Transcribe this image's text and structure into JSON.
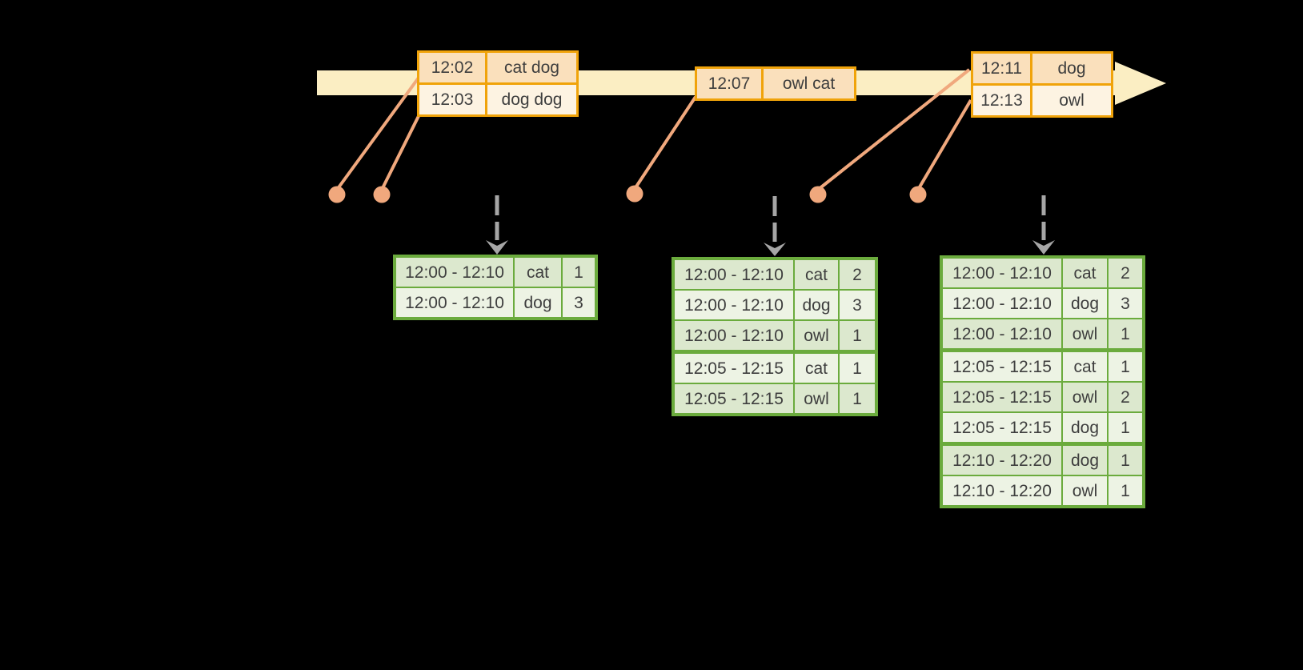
{
  "timeline": {
    "events": [
      {
        "rows": [
          [
            "12:02",
            "cat dog"
          ],
          [
            "12:03",
            "dog dog"
          ]
        ]
      },
      {
        "rows": [
          [
            "12:07",
            "owl cat"
          ]
        ]
      },
      {
        "rows": [
          [
            "12:11",
            "dog"
          ],
          [
            "12:13",
            "owl"
          ]
        ]
      }
    ]
  },
  "result_tables": [
    {
      "rows": [
        [
          "12:00 - 12:10",
          "cat",
          "1"
        ],
        [
          "12:00 - 12:10",
          "dog",
          "3"
        ]
      ],
      "group_breaks": []
    },
    {
      "rows": [
        [
          "12:00 - 12:10",
          "cat",
          "2"
        ],
        [
          "12:00 - 12:10",
          "dog",
          "3"
        ],
        [
          "12:00 - 12:10",
          "owl",
          "1"
        ],
        [
          "12:05 - 12:15",
          "cat",
          "1"
        ],
        [
          "12:05 - 12:15",
          "owl",
          "1"
        ]
      ],
      "group_breaks": [
        3
      ]
    },
    {
      "rows": [
        [
          "12:00 - 12:10",
          "cat",
          "2"
        ],
        [
          "12:00 - 12:10",
          "dog",
          "3"
        ],
        [
          "12:00 - 12:10",
          "owl",
          "1"
        ],
        [
          "12:05 - 12:15",
          "cat",
          "1"
        ],
        [
          "12:05 - 12:15",
          "owl",
          "2"
        ],
        [
          "12:05 - 12:15",
          "dog",
          "1"
        ],
        [
          "12:10 - 12:20",
          "dog",
          "1"
        ],
        [
          "12:10 - 12:20",
          "owl",
          "1"
        ]
      ],
      "group_breaks": [
        3,
        6
      ]
    }
  ],
  "colors": {
    "background": "#000000",
    "timeline_band": "#FBEEC3",
    "event_border": "#F0A30A",
    "event_row_dark": "#FAE0BC",
    "event_row_light": "#FDF3E2",
    "connector": "#F0A87D",
    "result_border": "#6BAB3D",
    "result_row_dark": "#DCE8CE",
    "result_row_light": "#EDF3E4",
    "trigger_arrow": "#A6A6A6",
    "text": "#3E3E3E"
  }
}
